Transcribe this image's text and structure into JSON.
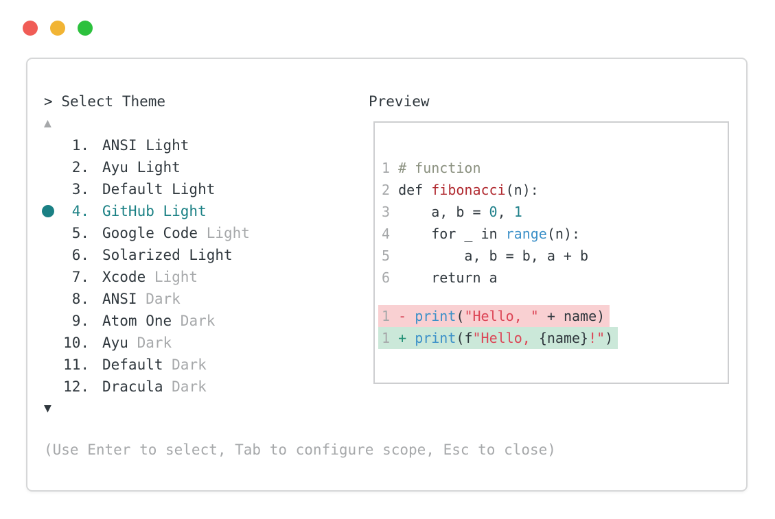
{
  "window_controls": [
    {
      "name": "close-button",
      "color_key": "light_red"
    },
    {
      "name": "minimize-button",
      "color_key": "light_yellow"
    },
    {
      "name": "zoom-button",
      "color_key": "light_green"
    }
  ],
  "left_panel": {
    "prompt_caret": ">",
    "title": "Select Theme",
    "scroll_up": "▲",
    "scroll_down": "▼",
    "items": [
      {
        "number": "1.",
        "name": "ANSI Light",
        "muted": "",
        "selected": false
      },
      {
        "number": "2.",
        "name": "Ayu Light",
        "muted": "",
        "selected": false
      },
      {
        "number": "3.",
        "name": "Default Light",
        "muted": "",
        "selected": false
      },
      {
        "number": "4.",
        "name": "GitHub Light",
        "muted": "",
        "selected": true
      },
      {
        "number": "5.",
        "name": "Google Code",
        "muted": "Light",
        "selected": false
      },
      {
        "number": "6.",
        "name": "Solarized Light",
        "muted": "",
        "selected": false
      },
      {
        "number": "7.",
        "name": "Xcode",
        "muted": "Light",
        "selected": false
      },
      {
        "number": "8.",
        "name": "ANSI",
        "muted": "Dark",
        "selected": false
      },
      {
        "number": "9.",
        "name": "Atom One",
        "muted": "Dark",
        "selected": false
      },
      {
        "number": "10.",
        "name": "Ayu",
        "muted": "Dark",
        "selected": false
      },
      {
        "number": "11.",
        "name": "Default",
        "muted": "Dark",
        "selected": false
      },
      {
        "number": "12.",
        "name": "Dracula",
        "muted": "Dark",
        "selected": false
      }
    ],
    "hint": "(Use Enter to select, Tab to configure scope, Esc to close)"
  },
  "preview": {
    "label": "Preview",
    "lines": [
      {
        "tokens": [
          [
            "ln",
            "1 "
          ],
          [
            "comment",
            "# function"
          ]
        ]
      },
      {
        "tokens": [
          [
            "ln",
            "2 "
          ],
          [
            "d",
            "def "
          ],
          [
            "func",
            "fibonacci"
          ],
          [
            "d",
            "(n):"
          ]
        ]
      },
      {
        "tokens": [
          [
            "ln",
            "3 "
          ],
          [
            "d",
            "    a, b = "
          ],
          [
            "num",
            "0"
          ],
          [
            "d",
            ", "
          ],
          [
            "num",
            "1"
          ]
        ]
      },
      {
        "tokens": [
          [
            "ln",
            "4 "
          ],
          [
            "d",
            "    for _ in "
          ],
          [
            "call",
            "range"
          ],
          [
            "d",
            "(n):"
          ]
        ]
      },
      {
        "tokens": [
          [
            "ln",
            "5 "
          ],
          [
            "d",
            "        a, b = b, a + b"
          ]
        ]
      },
      {
        "tokens": [
          [
            "ln",
            "6 "
          ],
          [
            "d",
            "    return a"
          ]
        ]
      },
      {
        "blank": true
      },
      {
        "diff": "removed",
        "tokens": [
          [
            "ln",
            "1"
          ],
          [
            "d",
            " "
          ],
          [
            "minus",
            "-"
          ],
          [
            "d",
            " "
          ],
          [
            "call",
            "print"
          ],
          [
            "d",
            "("
          ],
          [
            "str",
            "\"Hello, \""
          ],
          [
            "d",
            " + name)"
          ]
        ]
      },
      {
        "diff": "added",
        "tokens": [
          [
            "ln",
            "1"
          ],
          [
            "d",
            " "
          ],
          [
            "plus",
            "+"
          ],
          [
            "d",
            " "
          ],
          [
            "call",
            "print"
          ],
          [
            "d",
            "(f"
          ],
          [
            "str",
            "\"Hello, "
          ],
          [
            "d",
            "{name}"
          ],
          [
            "str",
            "!\""
          ],
          [
            "d",
            ")"
          ]
        ]
      }
    ]
  },
  "colors": {
    "text": "#2f373d",
    "muted": "#a6a8aa",
    "accent": "#1a8084",
    "comment": "#8b9180",
    "function_red": "#b12b31",
    "number_teal": "#1f808a",
    "call_blue": "#3b90c8",
    "string_red": "#dc4455",
    "minus_red": "#d63f52",
    "plus_green": "#1f8f74",
    "removed_bg": "#f9d0d2",
    "added_bg": "#cbe8d9",
    "window_border": "#d6d7d8",
    "preview_border": "#cdced0",
    "light_red": "#f05c56",
    "light_yellow": "#f1b434",
    "light_green": "#2cc13d"
  }
}
